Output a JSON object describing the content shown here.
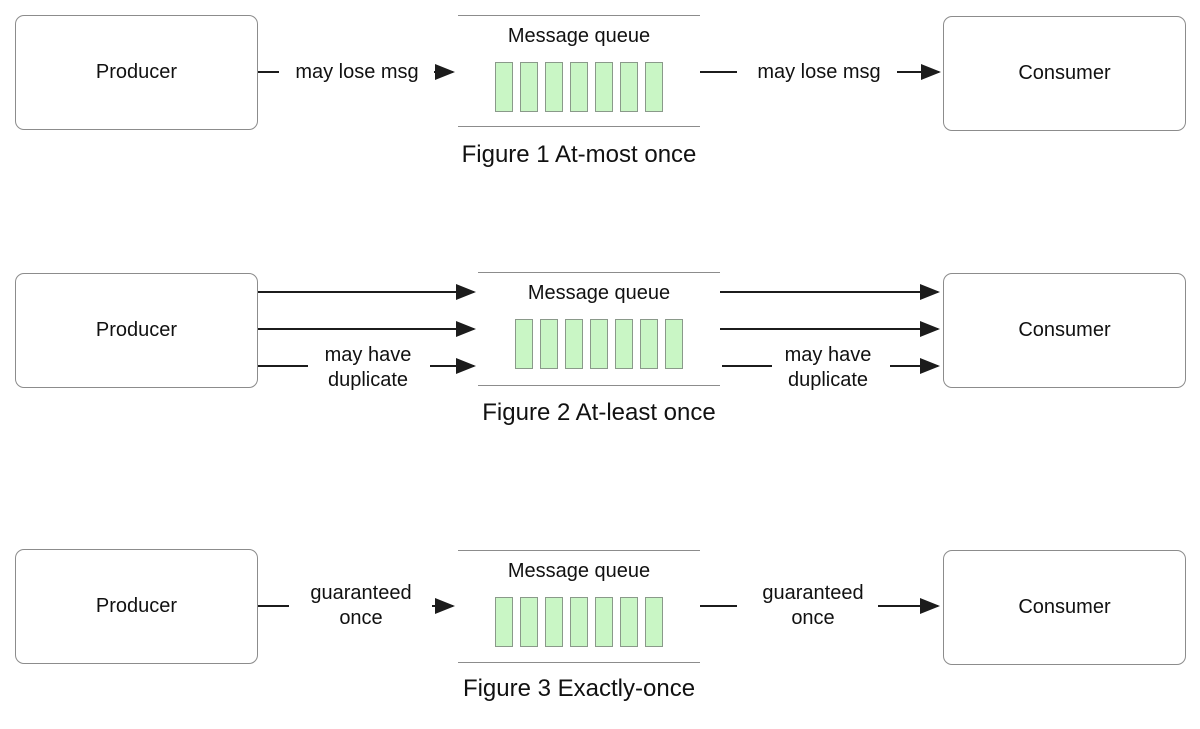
{
  "palette": {
    "line_gray": "#8c8c8c",
    "arrow_black": "#1c1c1c",
    "bar_fill": "#c9f6c5",
    "bar_border": "#8a998a",
    "text": "#111111"
  },
  "figures": [
    {
      "caption": "Figure 1 At-most once",
      "producer_label": "Producer",
      "consumer_label": "Consumer",
      "queue_title": "Message queue",
      "queue_slots": 7,
      "left_label": "may lose msg",
      "right_label": "may lose msg"
    },
    {
      "caption": "Figure 2 At-least once",
      "producer_label": "Producer",
      "consumer_label": "Consumer",
      "queue_title": "Message queue",
      "queue_slots": 7,
      "left_label": "may have duplicate",
      "right_label": "may have duplicate"
    },
    {
      "caption": "Figure 3 Exactly-once",
      "producer_label": "Producer",
      "consumer_label": "Consumer",
      "queue_title": "Message queue",
      "queue_slots": 7,
      "left_label": "guaranteed once",
      "right_label": "guaranteed once"
    }
  ]
}
